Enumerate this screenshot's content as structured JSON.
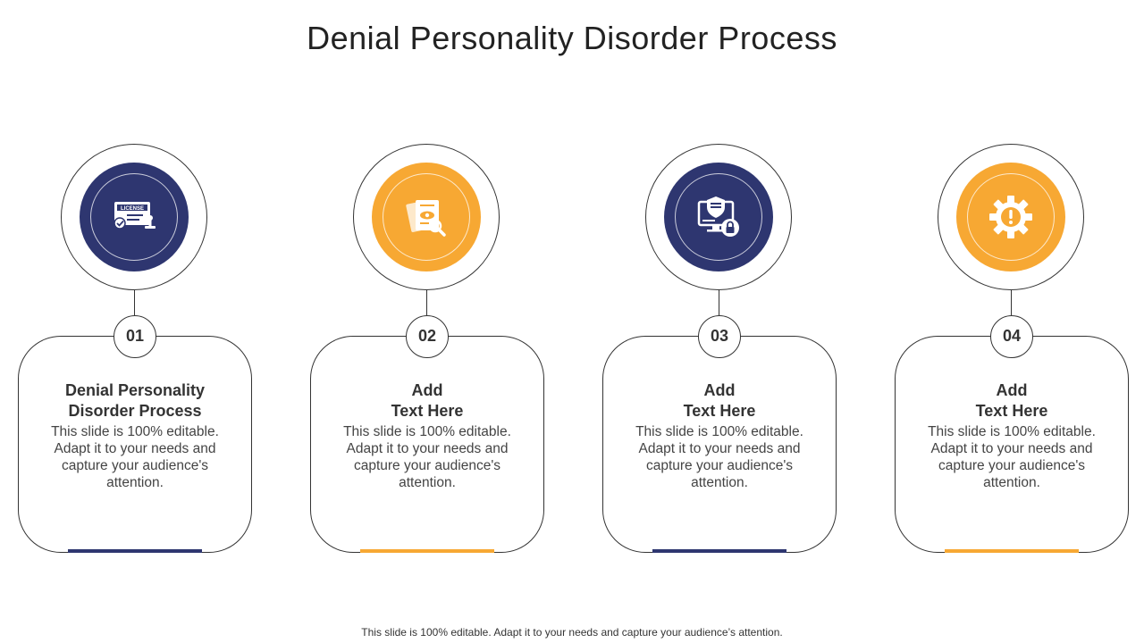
{
  "title": "Denial Personality Disorder Process",
  "colors": {
    "navy": "#2E3670",
    "orange": "#F7A833",
    "line": "#333333"
  },
  "steps": [
    {
      "number": "01",
      "heading": "Denial Personality\nDisorder Process",
      "text": "This slide is 100% editable. Adapt it to your needs and capture your audience's attention.",
      "icon": "license-certificate-icon",
      "color": "navy"
    },
    {
      "number": "02",
      "heading": "Add\nText Here",
      "text": "This slide is 100% editable. Adapt it to your needs and capture your audience's attention.",
      "icon": "document-inspection-icon",
      "color": "orange"
    },
    {
      "number": "03",
      "heading": "Add\nText Here",
      "text": "This slide is 100% editable. Adapt it to your needs and capture your audience's attention.",
      "icon": "secure-computer-icon",
      "color": "navy"
    },
    {
      "number": "04",
      "heading": "Add\nText Here",
      "text": "This slide is 100% editable. Adapt it to your needs and capture your audience's attention.",
      "icon": "gear-warning-icon",
      "color": "orange"
    }
  ],
  "footer": "This slide is 100% editable. Adapt it to your needs and capture your audience’s attention."
}
